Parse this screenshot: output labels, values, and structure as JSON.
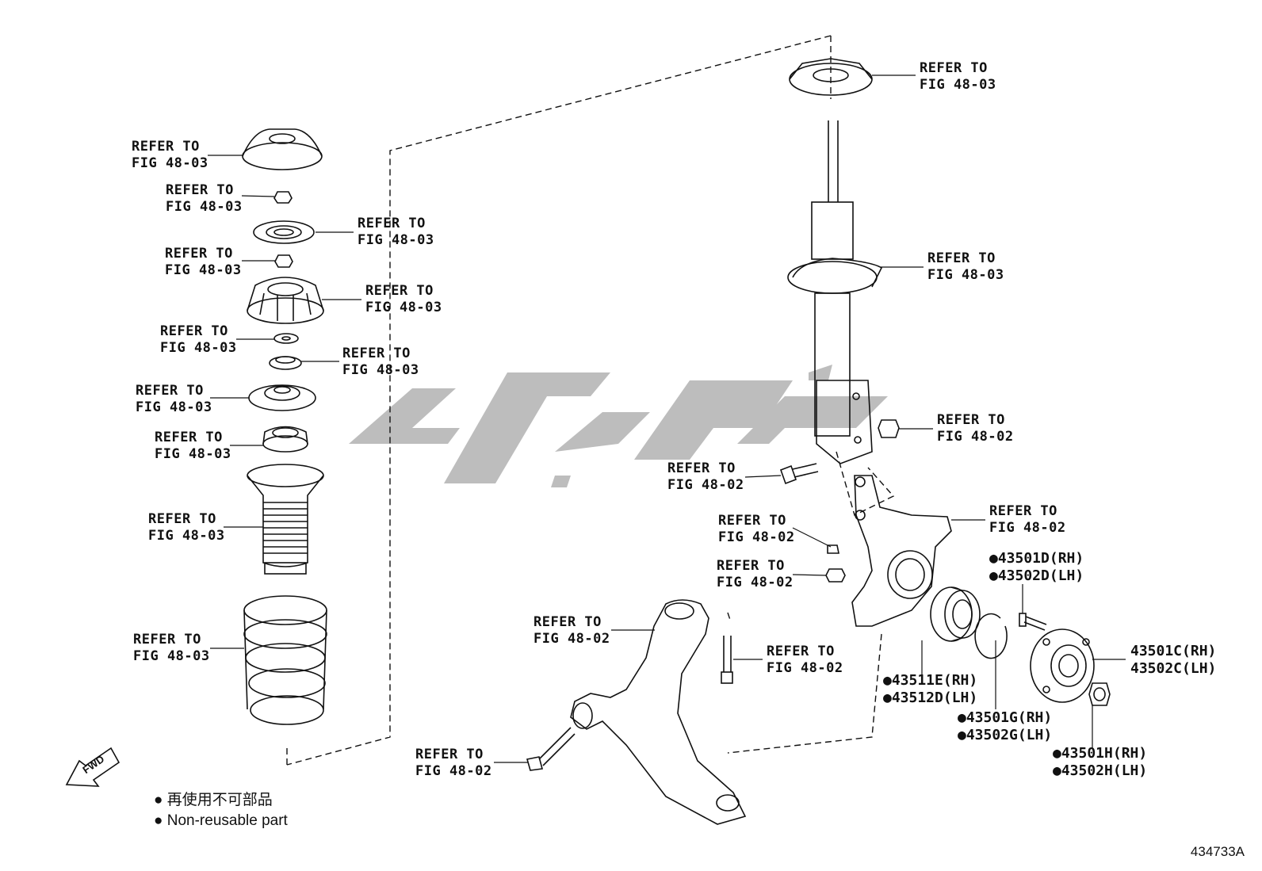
{
  "refer_label": {
    "line1": "REFER TO"
  },
  "refs": {
    "fig_48_03": "FIG 48-03",
    "fig_48_02": "FIG 48-02"
  },
  "parts": {
    "p43501D": "●43501D(RH)",
    "p43502D": "●43502D(LH)",
    "p43501C": "43501C(RH)",
    "p43502C": "43502C(LH)",
    "p43511E": "●43511E(RH)",
    "p43512D": "●43512D(LH)",
    "p43501G": "●43501G(RH)",
    "p43502G": "●43502G(LH)",
    "p43501H": "●43501H(RH)",
    "p43502H": "●43502H(LH)"
  },
  "legend": {
    "jp": "● 再使用不可部品",
    "en": "● Non-reusable part"
  },
  "fwd_label": "FWD",
  "figure_number": "434733A"
}
